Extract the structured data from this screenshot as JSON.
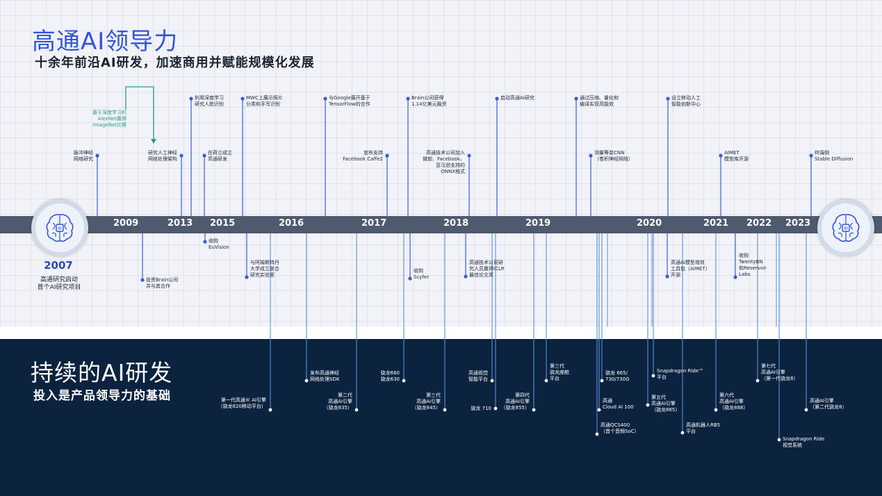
{
  "header": {
    "title": "高通AI领导力",
    "subtitle": "十余年前沿AI研发，加速商用并赋能规模化发展"
  },
  "footer_section": {
    "title": "持续的AI研发",
    "subtitle": "投入是产品领导力的基础"
  },
  "timeline": {
    "start_year": "2007",
    "start_label_lines": [
      "高通研究启动",
      "首个AI研究项目"
    ],
    "years": [
      "2009",
      "2013",
      "2015",
      "2016",
      "2017",
      "2018",
      "2019",
      "2020",
      "2021",
      "2022",
      "2023"
    ]
  },
  "colors": {
    "accent_blue": "#3253dc",
    "dot_blue": "#3b5bdb",
    "teal": "#2a9a8c",
    "line_light": "#5b8fd6",
    "timeline_bar": "#4f5a6e",
    "navy": "#0c2340"
  },
  "research_events": [
    {
      "lines": [
        "脉冲神经",
        "网络研究"
      ]
    },
    {
      "lines": [
        "基于深度学习的",
        "AlexNet赢得",
        "ImageNet比赛"
      ]
    },
    {
      "lines": [
        "研究人工神经",
        "网络处理架构"
      ]
    },
    {
      "lines": [
        "利用深度学习",
        "研究人脸识别"
      ]
    },
    {
      "lines": [
        "在荷兰成立",
        "高通研发"
      ]
    },
    {
      "lines": [
        "MWC上展示照片",
        "分类和手写识别"
      ]
    },
    {
      "lines": [
        "与Google展开基于",
        "TensorFlow的合作"
      ]
    },
    {
      "lines": [
        "宣布支持",
        "Facebook Caffe2"
      ]
    },
    {
      "lines": [
        "Brain公司获得",
        "1.14亿美元融资"
      ]
    },
    {
      "lines": [
        "高通技术公司加入",
        "微软、Facebook、",
        "亚马逊支持的",
        "ONNX格式"
      ]
    },
    {
      "lines": [
        "启动高通AI研究"
      ]
    },
    {
      "lines": [
        "通过压缩、量化和",
        "编译实现高能效"
      ]
    },
    {
      "lines": [
        "测量等变CNN",
        "（卷积神经网络）"
      ]
    },
    {
      "lines": [
        "设立移动人工",
        "智能创新中心"
      ]
    },
    {
      "lines": [
        "AIMET",
        "模型库开源"
      ]
    },
    {
      "lines": [
        "终端侧",
        "Stable Diffusion"
      ]
    },
    {
      "lines": [
        "投资Brain公司",
        "并与其合作"
      ]
    },
    {
      "lines": [
        "收购",
        "EuVision"
      ]
    },
    {
      "lines": [
        "与阿姆斯特丹",
        "大学成立联合",
        "研究实验室"
      ]
    },
    {
      "lines": [
        "收购",
        "Scyfer"
      ]
    },
    {
      "lines": [
        "高通技术公司研",
        "究人员赢得ICLR",
        "最佳论文奖"
      ]
    },
    {
      "lines": [
        "高通AI模型增效",
        "工具包（AIMET）",
        "开源"
      ]
    },
    {
      "lines": [
        "收购",
        "TwentyBN",
        "和Reservoir",
        "Labs"
      ]
    }
  ],
  "product_events": [
    {
      "lines": [
        "第一代高通® AI引擎",
        "（骁龙820移动平台）"
      ]
    },
    {
      "lines": [
        "发布高通神经",
        "网络处理SDK"
      ]
    },
    {
      "lines": [
        "第二代",
        "高通AI引擎",
        "（骁龙835）"
      ]
    },
    {
      "lines": [
        "骁龙660",
        "骁龙630"
      ]
    },
    {
      "lines": [
        "第三代",
        "高通AI引擎",
        "（骁龙845）"
      ]
    },
    {
      "lines": [
        "高通视觉",
        "智能平台"
      ]
    },
    {
      "lines": [
        "骁龙 710"
      ]
    },
    {
      "lines": [
        "第四代",
        "高通AI引擎",
        "（骁龙855）"
      ]
    },
    {
      "lines": [
        "第三代",
        "骁龙座舱",
        "平台"
      ]
    },
    {
      "lines": [
        "高通QCS400",
        "（首个音频SoC）"
      ]
    },
    {
      "lines": [
        "高通",
        "Cloud AI 100"
      ]
    },
    {
      "lines": [
        "骁龙 665/",
        "730/730G"
      ]
    },
    {
      "lines": [
        "第五代",
        "高通AI引擎",
        "（骁龙865）"
      ]
    },
    {
      "lines": [
        "Snapdragon Ride™",
        "平台"
      ]
    },
    {
      "lines": [
        "高通机器人RB5",
        "平台"
      ]
    },
    {
      "lines": [
        "第六代",
        "高通AI引擎",
        "（骁龙888）"
      ]
    },
    {
      "lines": [
        "第七代",
        "高通AI引擎",
        "（第一代骁龙8）"
      ]
    },
    {
      "lines": [
        "Snapdragon Ride",
        "视觉系统"
      ]
    },
    {
      "lines": [
        "高通AI引擎",
        "（第二代骁龙8）"
      ]
    }
  ]
}
